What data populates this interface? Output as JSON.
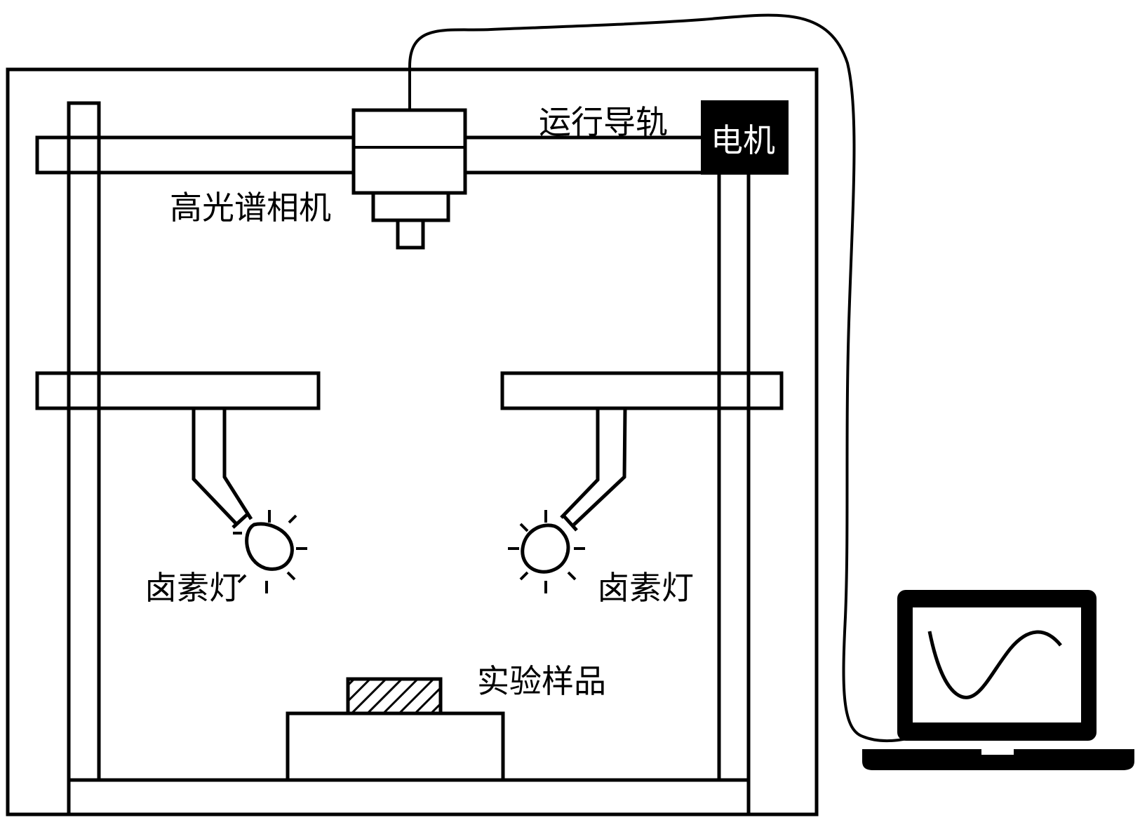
{
  "labels": {
    "rail": "运行导轨",
    "motor": "电机",
    "camera": "高光谱相机",
    "lamp_left": "卤素灯",
    "lamp_right": "卤素灯",
    "sample": "实验样品"
  },
  "colors": {
    "stroke": "#000000",
    "background": "#ffffff",
    "motor_fill": "#000000"
  },
  "icons": {
    "camera": "hyperspectral-camera-icon",
    "lamp": "halogen-lamp-icon",
    "laptop": "laptop-icon",
    "motor": "motor-block-icon"
  }
}
